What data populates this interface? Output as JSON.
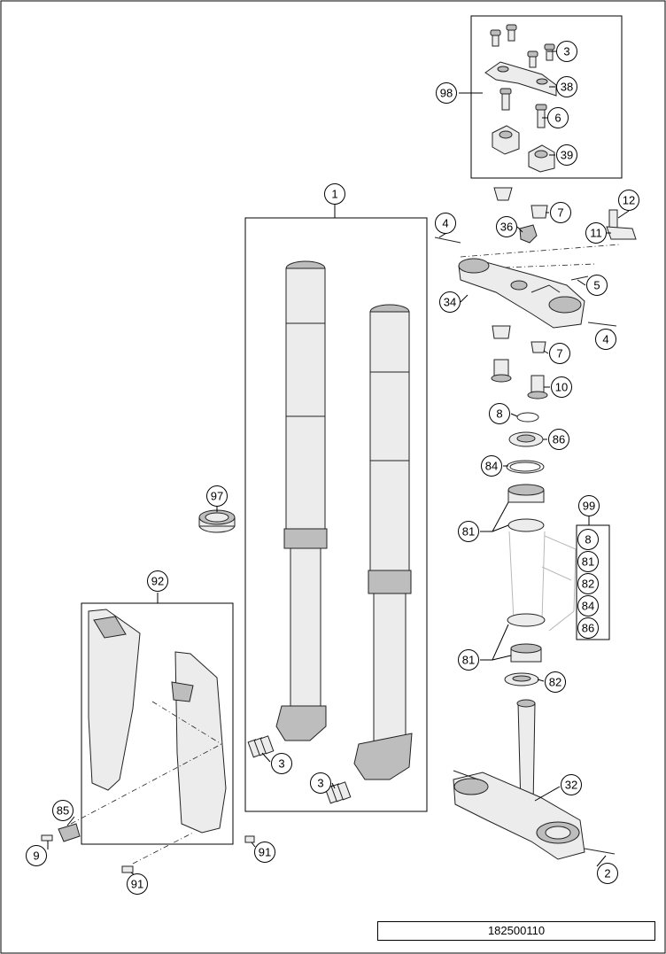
{
  "diagram_code": "182500110",
  "callouts": [
    {
      "id": "c-1",
      "label": "1"
    },
    {
      "id": "c-2",
      "label": "2"
    },
    {
      "id": "c-3a",
      "label": "3"
    },
    {
      "id": "c-3b",
      "label": "3"
    },
    {
      "id": "c-3c",
      "label": "3"
    },
    {
      "id": "c-4a",
      "label": "4"
    },
    {
      "id": "c-4b",
      "label": "4"
    },
    {
      "id": "c-5",
      "label": "5"
    },
    {
      "id": "c-6",
      "label": "6"
    },
    {
      "id": "c-7a",
      "label": "7"
    },
    {
      "id": "c-7b",
      "label": "7"
    },
    {
      "id": "c-8a",
      "label": "8"
    },
    {
      "id": "c-8b",
      "label": "8"
    },
    {
      "id": "c-9",
      "label": "9"
    },
    {
      "id": "c-10",
      "label": "10"
    },
    {
      "id": "c-11",
      "label": "11"
    },
    {
      "id": "c-12",
      "label": "12"
    },
    {
      "id": "c-32",
      "label": "32"
    },
    {
      "id": "c-34",
      "label": "34"
    },
    {
      "id": "c-36",
      "label": "36"
    },
    {
      "id": "c-38",
      "label": "38"
    },
    {
      "id": "c-39",
      "label": "39"
    },
    {
      "id": "c-81a",
      "label": "81"
    },
    {
      "id": "c-81b",
      "label": "81"
    },
    {
      "id": "c-81c",
      "label": "81"
    },
    {
      "id": "c-82a",
      "label": "82"
    },
    {
      "id": "c-82b",
      "label": "82"
    },
    {
      "id": "c-84a",
      "label": "84"
    },
    {
      "id": "c-84b",
      "label": "84"
    },
    {
      "id": "c-85",
      "label": "85"
    },
    {
      "id": "c-86a",
      "label": "86"
    },
    {
      "id": "c-86b",
      "label": "86"
    },
    {
      "id": "c-91a",
      "label": "91"
    },
    {
      "id": "c-91b",
      "label": "91"
    },
    {
      "id": "c-92",
      "label": "92"
    },
    {
      "id": "c-97",
      "label": "97"
    },
    {
      "id": "c-98",
      "label": "98"
    },
    {
      "id": "c-99",
      "label": "99"
    }
  ]
}
